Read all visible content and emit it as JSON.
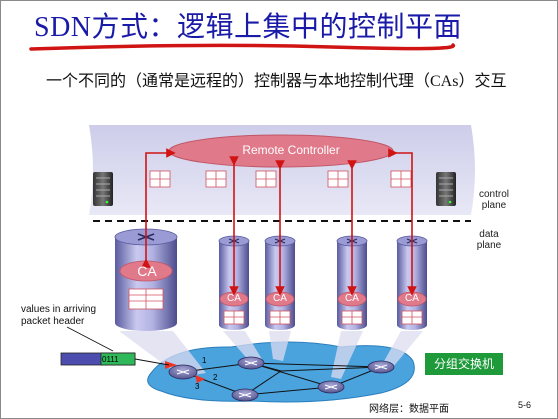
{
  "title": "SDN方式：逻辑上集中的控制平面",
  "subtitle": "一个不同的（通常是远程的）控制器与本地控制代理（CAs）交互",
  "remote_controller": "Remote Controller",
  "control_plane_label": "control plane",
  "data_plane_label": "data plane",
  "ca_label": "CA",
  "values_label": "values in arriving packet header",
  "packet_bits": "0111",
  "ports": [
    "1",
    "2",
    "3"
  ],
  "packet_switch_label": "分组交换机",
  "footer": "网络层：数据平面",
  "page_number": "5-6",
  "colors": {
    "title": "#1a1aa8",
    "controller_fill": "#e0798a",
    "ca_fill": "#e0798a",
    "arrows": "#d01414",
    "switch_label_bg": "#1e9a3a",
    "cloud": "#4aa3dd"
  },
  "icons": [
    "server-icon",
    "router-icon"
  ]
}
